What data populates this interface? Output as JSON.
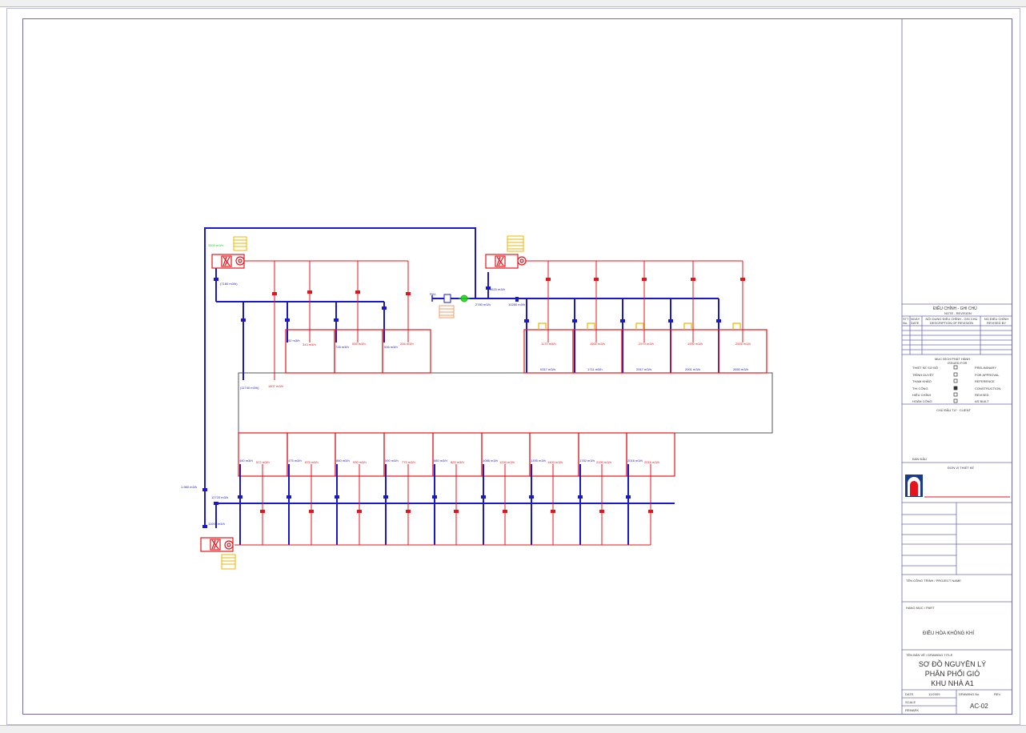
{
  "diagram": {
    "ahu_labels": {
      "top_left_marker": "3500 m3/h"
    },
    "flows": {
      "left_main": "(7180 m3/h)",
      "center_inlet": "2780 m3/h",
      "center_left": "9620 m3/h",
      "center_right": "10280 m3/h",
      "left_riser": "(11740 m3/h)",
      "left_return": "1407 m3/h",
      "west_riser": "1.980 m3/h",
      "bottom_main": "12720 m3/h",
      "bottom_unit": "11000 m3/h",
      "tag": "RA1"
    },
    "rooms_top_left": [
      {
        "label_a": "92 m3/h",
        "label_b": "343 m3/h"
      },
      {
        "label_a": "728 m3/h",
        "label_b": "536 m3/h"
      },
      {
        "label_a": "536 m3/h",
        "label_b": "206 m3/h"
      }
    ],
    "rooms_top_right": [
      {
        "supply": "1170 m3/h",
        "return": "0317 m3/h"
      },
      {
        "supply": "1500 m3/h",
        "return": "1711 m3/h"
      },
      {
        "supply": "2970 m3/h",
        "return": "2917 m3/h"
      },
      {
        "supply": "1990 m3/h",
        "return": "2001 m3/h"
      },
      {
        "supply": "2505 m3/h",
        "return": "2650 m3/h"
      }
    ],
    "rooms_bottom": [
      {
        "a": "440 m3/h",
        "b": "572 m3/h"
      },
      {
        "a": "475 m3/h",
        "b": "675 m3/h"
      },
      {
        "a": "880 m3/h",
        "b": "930 m3/h"
      },
      {
        "a": "590 m3/h",
        "b": "775 m3/h"
      },
      {
        "a": "580 m3/h",
        "b": "820 m3/h"
      },
      {
        "a": "1086 m3/h",
        "b": "1200 m3/h"
      },
      {
        "a": "1395 m3/h",
        "b": "1400 m3/h"
      },
      {
        "a": "1782 m3/h",
        "b": "2190 m3/h"
      },
      {
        "a": "2016 m3/h",
        "b": "2016 m3/h"
      }
    ]
  },
  "title_block": {
    "revision_header": "ĐIỀU CHỈNH - GHI CHÚ",
    "revision_header_en": "NOTE - REVISION",
    "rev_cols": [
      "STT No.",
      "NGÀY DATE",
      "NỘI DUNG ĐIỀU CHỈNH - GHI CHÚ DESCRIPTION OF REVISION",
      "NG ĐIỀU CHỈNH REVISED BY"
    ],
    "issue_header": "MỤC ĐÍCH PHÁT HÀNH",
    "issue_header_en": "ISSUED FOR",
    "issue_rows": [
      {
        "vn": "THIẾT KẾ SƠ BỘ",
        "en": "PRELIMINARY",
        "checked": false
      },
      {
        "vn": "TRÌNH DUYỆT",
        "en": "FOR APPROVAL",
        "checked": false
      },
      {
        "vn": "THAM KHẢO",
        "en": "REFERENCE",
        "checked": false
      },
      {
        "vn": "THI CÔNG",
        "en": "CONSTRUCTION",
        "checked": true
      },
      {
        "vn": "HIỆU CHỈNH",
        "en": "REVISED",
        "checked": false
      },
      {
        "vn": "HOÀN CÔNG",
        "en": "AS BUILT",
        "checked": false
      }
    ],
    "client_label": "CHỦ ĐẦU TƯ · CLIENT",
    "stamp_label": "ĐÁN ĐẦU",
    "designer_label": "ĐƠN VỊ THIẾT KẾ",
    "project_label": "TÊN CÔNG TRÌNH / PROJECT NAME",
    "part_label": "HẠNG MỤC / PART",
    "part_value": "ĐIỀU HÒA KHÔNG KHÍ",
    "drawing_title_label": "TÊN BẢN VẼ / DRAWING TITLE",
    "drawing_title_1": "SƠ ĐỒ NGUYÊN LÝ",
    "drawing_title_2": "PHÂN PHỐI GIÓ",
    "drawing_title_3": "KHU NHÀ A1",
    "date_label": "DATE",
    "date_value": "12/2009",
    "drawing_no_label": "DRAWING No",
    "rev_label": "REV",
    "scale_label": "SCALE",
    "remark_label": "REMARK",
    "drawing_no": "AC-02"
  }
}
